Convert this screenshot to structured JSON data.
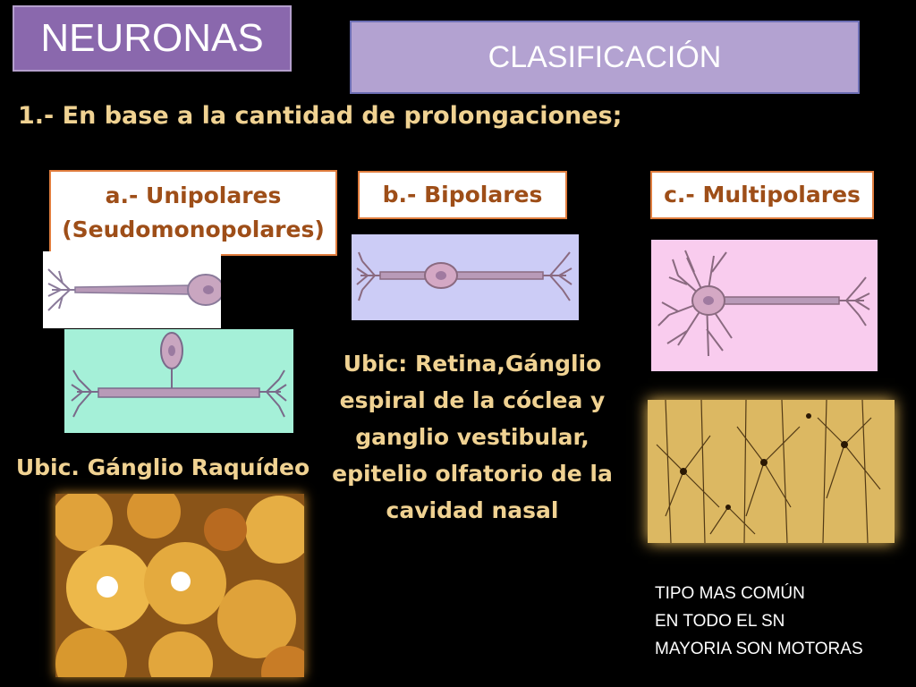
{
  "slide": {
    "title": "NEURONAS",
    "subtitle": "CLASIFICACIÓN",
    "heading": "1.- En base a la cantidad de prolongaciones;"
  },
  "categories": {
    "unipolar": {
      "label_line1": "a.-  Unipolares",
      "label_line2": "(Seudomonopolares)",
      "location": "Ubic. Gánglio Raquídeo"
    },
    "bipolar": {
      "label": "b.- Bipolares",
      "location_lines": [
        "Ubic: Retina,Gánglio",
        "espiral de la cóclea y",
        "ganglio vestibular,",
        "epitelio olfatorio de la",
        "cavidad nasal"
      ]
    },
    "multipolar": {
      "label": "c.- Multipolares"
    }
  },
  "note": {
    "lines": [
      "TIPO MAS COMÚN",
      "EN TODO EL SN",
      "MAYORIA SON MOTORAS"
    ]
  },
  "colors": {
    "title_bg": "#8a68ad",
    "subtitle_bg": "#b3a2d1",
    "heading_text": "#f0d292",
    "label_border": "#e07d3e",
    "label_text": "#9e4e18"
  }
}
